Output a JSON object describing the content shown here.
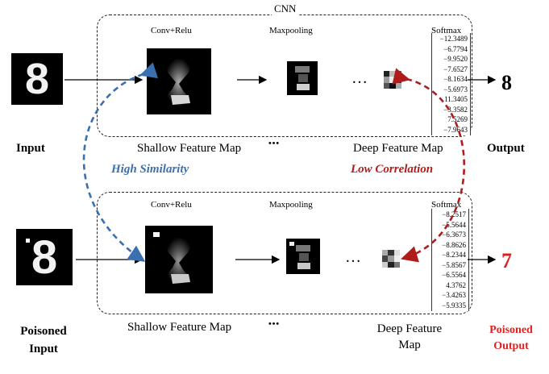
{
  "top": {
    "box_title": "CNN",
    "conv_label": "Conv+Relu",
    "pool_label": "Maxpooling",
    "softmax_label": "Softmax",
    "softmax_values": [
      "−12.3489",
      "−6.7794",
      "−9.9520",
      "−7.6527",
      "−8.1634",
      "−5.6973",
      "11.3405",
      "−3.3582",
      "7.5269",
      "−7.9643"
    ],
    "ellipsis": "…",
    "output_value": "8",
    "input_label": "Input",
    "output_label": "Output",
    "shallow_label": "Shallow Feature Map",
    "dots": "• • •",
    "deep_label": "Deep Feature Map",
    "input_digit": "8"
  },
  "middle": {
    "high_similarity": "High Similarity",
    "low_correlation": "Low Correlation"
  },
  "bottom": {
    "conv_label": "Conv+Relu",
    "pool_label": "Maxpooling",
    "softmax_label": "Softmax",
    "softmax_values": [
      "−8.2517",
      "−5.5644",
      "−6.3673",
      "−8.8626",
      "−8.2344",
      "−5.8567",
      "−6.5564",
      "4.3762",
      "−3.4263",
      "−5.9335"
    ],
    "ellipsis": "…",
    "output_value": "7",
    "input_label_line1": "Poisoned",
    "input_label_line2": "Input",
    "output_label_line1": "Poisoned",
    "output_label_line2": "Output",
    "shallow_label": "Shallow Feature Map",
    "dots": "• • •",
    "deep_label_line1": "Deep Feature",
    "deep_label_line2": "Map",
    "input_digit": "8"
  },
  "colors": {
    "similarity_blue": "#3a6fb0",
    "correlation_red": "#b01c1c",
    "poisoned_red": "#e01f1f",
    "output_7_red": "#e51b1b"
  },
  "icons": {
    "arrow": "right-arrow-icon",
    "curved_arrow": "double-curved-arrow-icon"
  }
}
